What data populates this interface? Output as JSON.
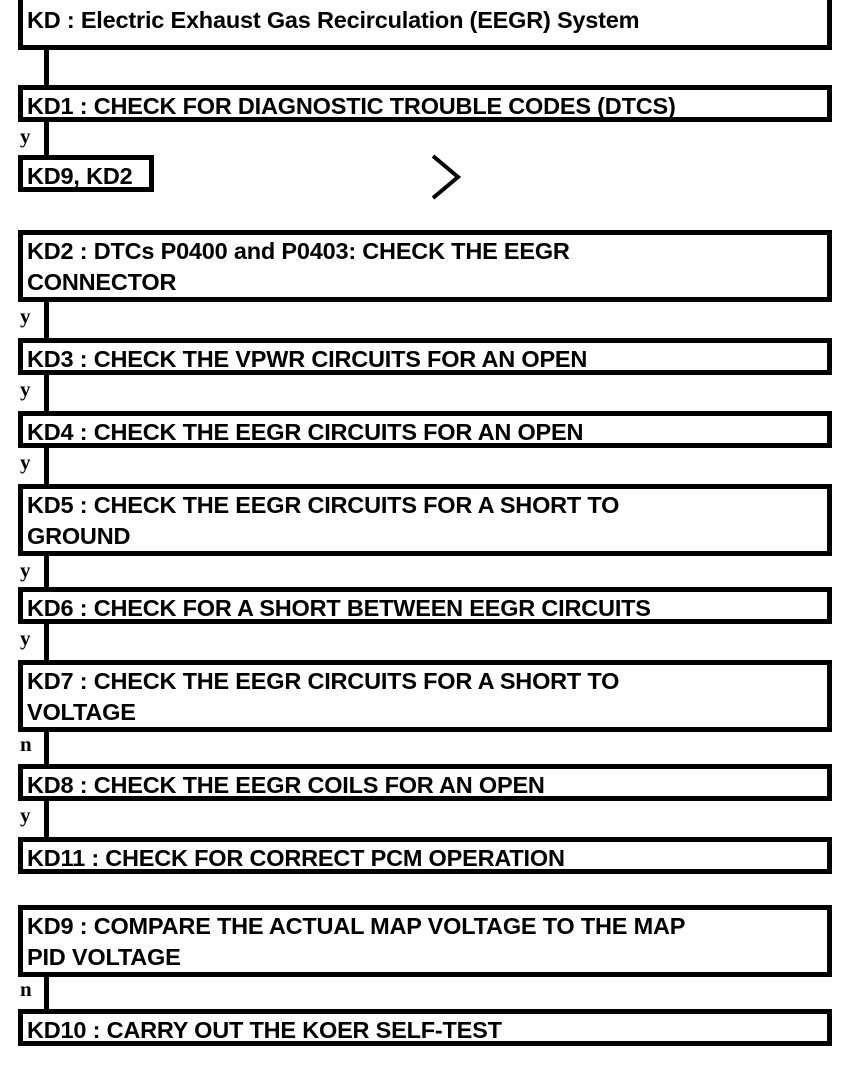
{
  "diagram": {
    "title": "KD : Electric Exhaust Gas Recirculation (EEGR) System",
    "type": "flowchart",
    "nodes": [
      {
        "id": "KD",
        "label": "KD : Electric Exhaust Gas Recirculation (EEGR) System"
      },
      {
        "id": "KD1",
        "label": "KD1 : CHECK FOR DIAGNOSTIC TROUBLE CODES (DTCS)"
      },
      {
        "id": "REF1",
        "label": "KD9, KD2"
      },
      {
        "id": "KD2",
        "label": "KD2 : DTCs P0400 and P0403: CHECK THE EEGR\nCONNECTOR"
      },
      {
        "id": "KD3",
        "label": "KD3 : CHECK THE VPWR CIRCUITS FOR AN OPEN"
      },
      {
        "id": "KD4",
        "label": "KD4 : CHECK THE EEGR CIRCUITS FOR AN OPEN"
      },
      {
        "id": "KD5",
        "label": "KD5 : CHECK THE EEGR CIRCUITS FOR A SHORT TO\nGROUND"
      },
      {
        "id": "KD6",
        "label": "KD6 : CHECK FOR A SHORT BETWEEN EEGR CIRCUITS"
      },
      {
        "id": "KD7",
        "label": "KD7 : CHECK THE EEGR CIRCUITS FOR A SHORT TO\nVOLTAGE"
      },
      {
        "id": "KD8",
        "label": "KD8 : CHECK THE EEGR COILS FOR AN OPEN"
      },
      {
        "id": "KD11",
        "label": "KD11 : CHECK FOR CORRECT PCM OPERATION"
      },
      {
        "id": "KD9",
        "label": "KD9 : COMPARE THE ACTUAL MAP VOLTAGE TO THE MAP\nPID VOLTAGE"
      },
      {
        "id": "KD10",
        "label": "KD10 : CARRY OUT THE KOER SELF-TEST"
      }
    ],
    "branch_labels": {
      "kd_to_kd1": "",
      "kd1_to_ref1": "y",
      "kd2_to_kd3": "y",
      "kd3_to_kd4": "y",
      "kd4_to_kd5": "y",
      "kd5_to_kd6": "y",
      "kd6_to_kd7": "y",
      "kd7_to_kd8": "n",
      "kd8_to_kd11": "y",
      "kd9_to_kd10": "n"
    },
    "symbols": {
      "chevron": ">"
    },
    "colors": {
      "stroke": "#000000",
      "fill": "#ffffff",
      "text": "#000000"
    }
  }
}
